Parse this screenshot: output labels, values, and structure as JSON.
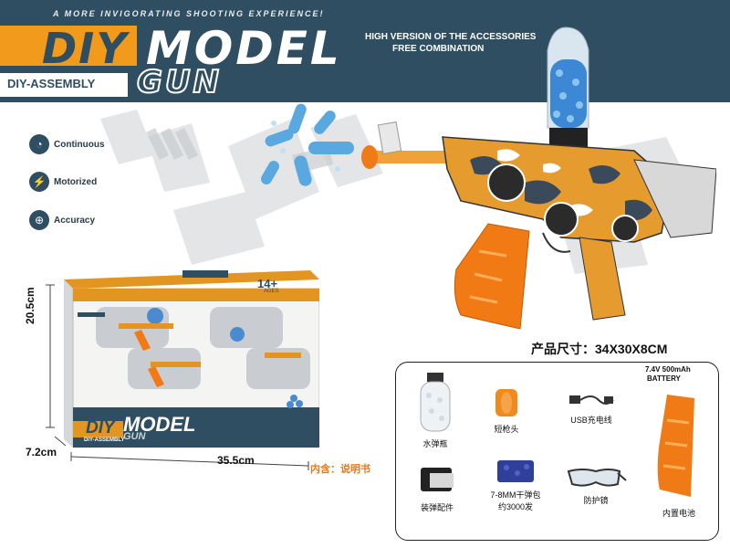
{
  "header": {
    "tagline": "A MORE INVIGORATING SHOOTING EXPERIENCE!",
    "title_diy": "DIY",
    "title_model": "MODEL",
    "subtitle": "DIY-ASSEMBLY",
    "title_gun": "GUN",
    "accessories_line1": "HIGH VERSION OF THE ACCESSORIES",
    "accessories_line2": "FREE COMBINATION"
  },
  "features": [
    {
      "label": "Continuous",
      "icon": "speedometer-icon"
    },
    {
      "label": "Motorized",
      "icon": "lightning-icon"
    },
    {
      "label": "Accuracy",
      "icon": "crosshair-icon"
    }
  ],
  "product": {
    "size_label": "产品尺寸：34X30X8CM",
    "dim_height": "20.5cm",
    "dim_depth": "7.2cm",
    "dim_width": "35.5cm",
    "box_contents": "内含：说明书"
  },
  "box": {
    "age": "14+",
    "age_sub": "AGES",
    "title_diy": "DIY",
    "title_model": "MODEL",
    "title_gun": "GUN",
    "subtitle": "DIY-ASSEMBLY"
  },
  "accessories": {
    "battery_spec_line1": "7.4V 500mAh",
    "battery_spec_line2": "BATTERY",
    "items": [
      {
        "label": "水弹瓶"
      },
      {
        "label": "短枪头"
      },
      {
        "label": "USB充电线"
      },
      {
        "label": "装弹配件"
      },
      {
        "label": "7-8MM干弹包"
      },
      {
        "label": "约3000发"
      },
      {
        "label": "防护镜"
      },
      {
        "label": "内置电池"
      }
    ]
  },
  "colors": {
    "navy": "#2f4e61",
    "orange": "#f29a1b",
    "accent_text": "#e6781e"
  }
}
